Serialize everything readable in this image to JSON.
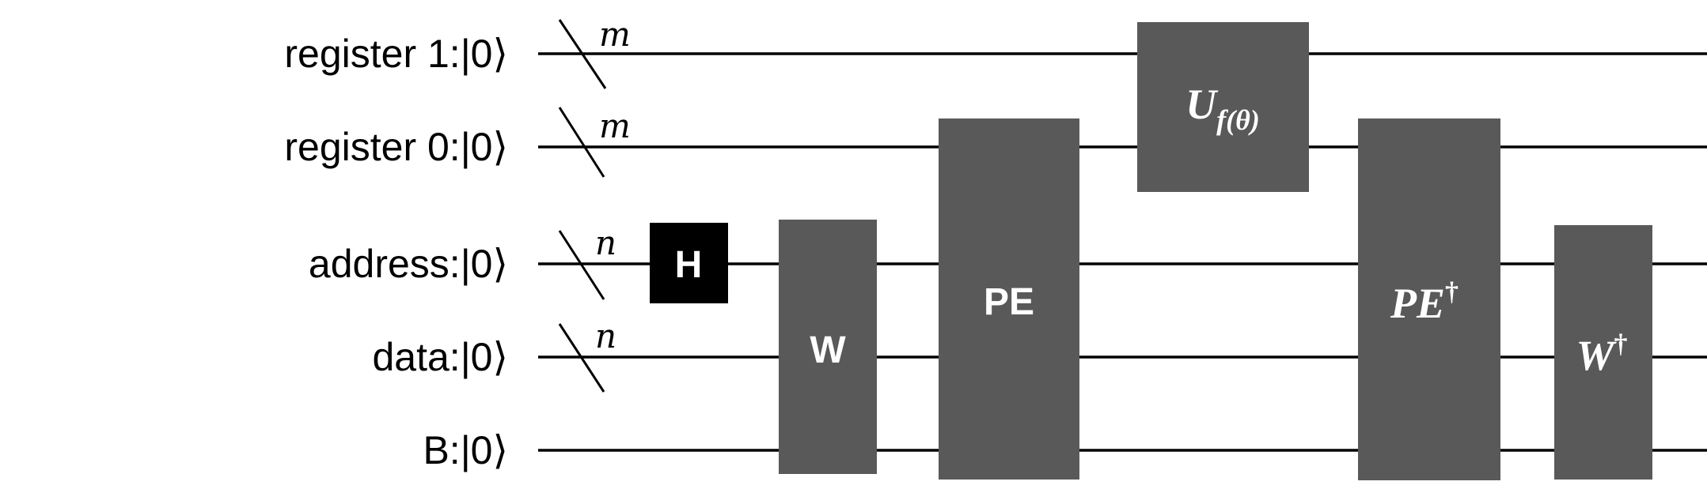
{
  "registers": [
    {
      "id": "reg1",
      "label": "register 1:|0⟩",
      "bus_width": "m"
    },
    {
      "id": "reg0",
      "label": "register 0:|0⟩",
      "bus_width": "m"
    },
    {
      "id": "address",
      "label": "address:|0⟩",
      "bus_width": "n"
    },
    {
      "id": "data",
      "label": "data:|0⟩",
      "bus_width": "n"
    },
    {
      "id": "b",
      "label": "B:|0⟩",
      "bus_width": ""
    }
  ],
  "gates": {
    "h": {
      "label": "H"
    },
    "w": {
      "label": "W"
    },
    "pe": {
      "label": "PE"
    },
    "uf": {
      "label": "U",
      "subscript": "f(θ)"
    },
    "pe_dagger": {
      "label": "PE",
      "superscript": "†"
    },
    "w_dagger": {
      "label": "W",
      "superscript": "†"
    }
  },
  "colors": {
    "gate_fill": "#595959",
    "h_gate_fill": "#000000",
    "wire": "#000000",
    "gate_text": "#ffffff"
  }
}
